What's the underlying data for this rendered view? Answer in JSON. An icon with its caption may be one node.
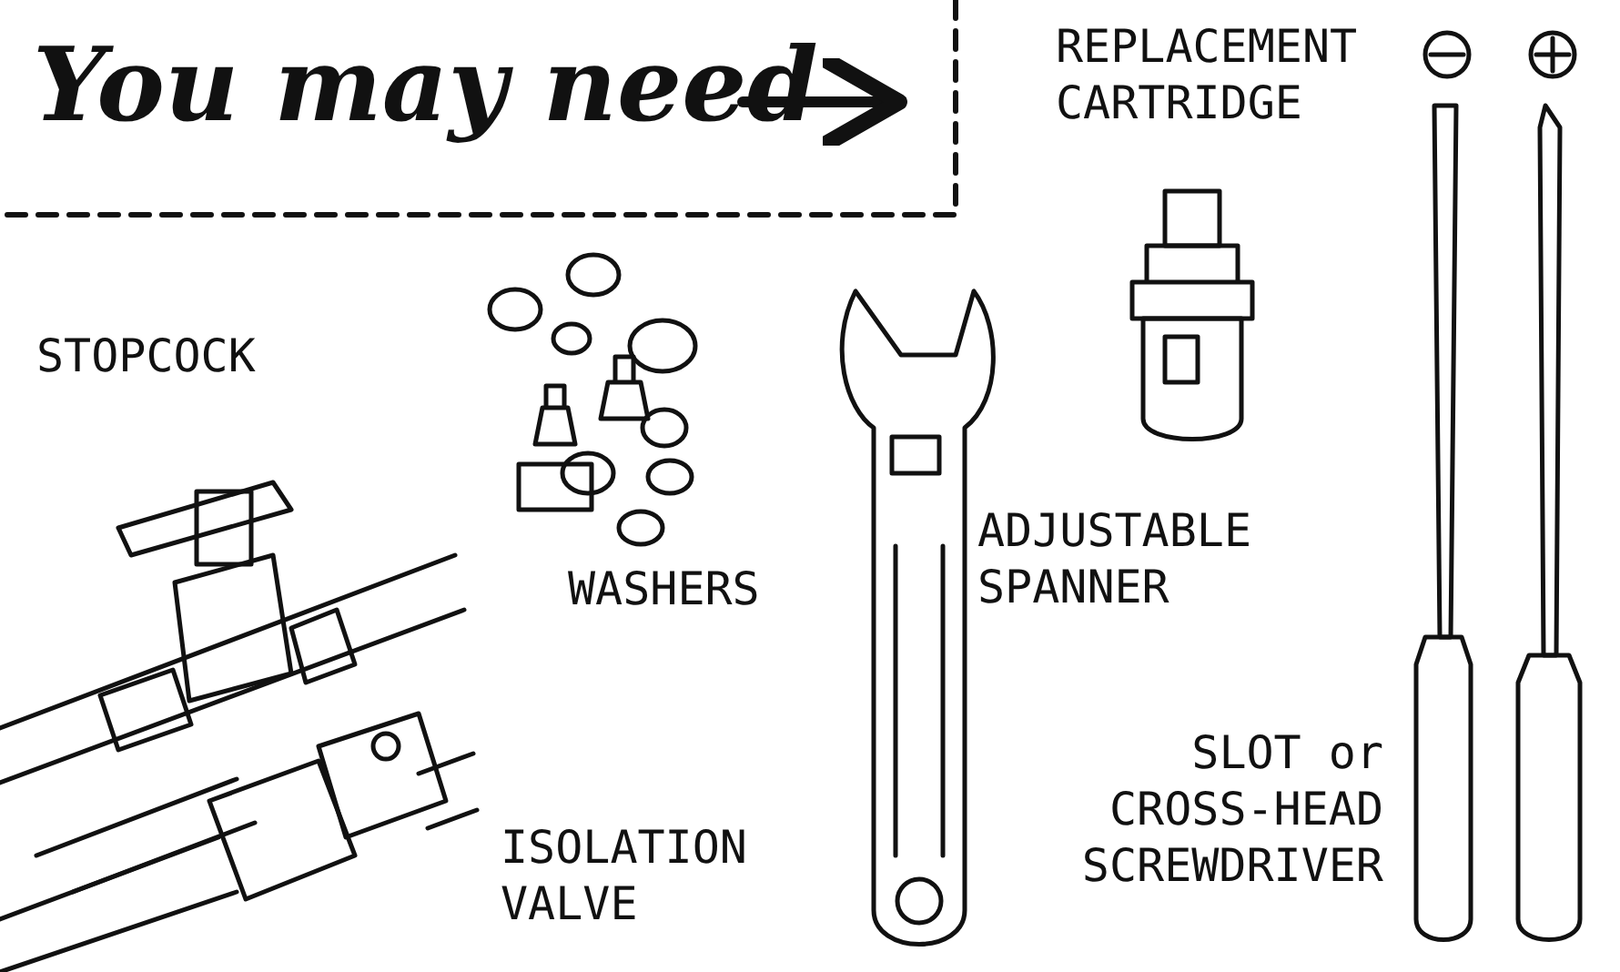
{
  "diagram": {
    "title": "You may need",
    "labels": [
      "REPLACEMENT CARTRIDGE",
      "STOPCOCK",
      "WASHERS",
      "ADJUSTABLE SPANNER",
      "SLOT or CROSS-HEAD SCREWDRIVER",
      "ISOLATION VALVE"
    ]
  }
}
